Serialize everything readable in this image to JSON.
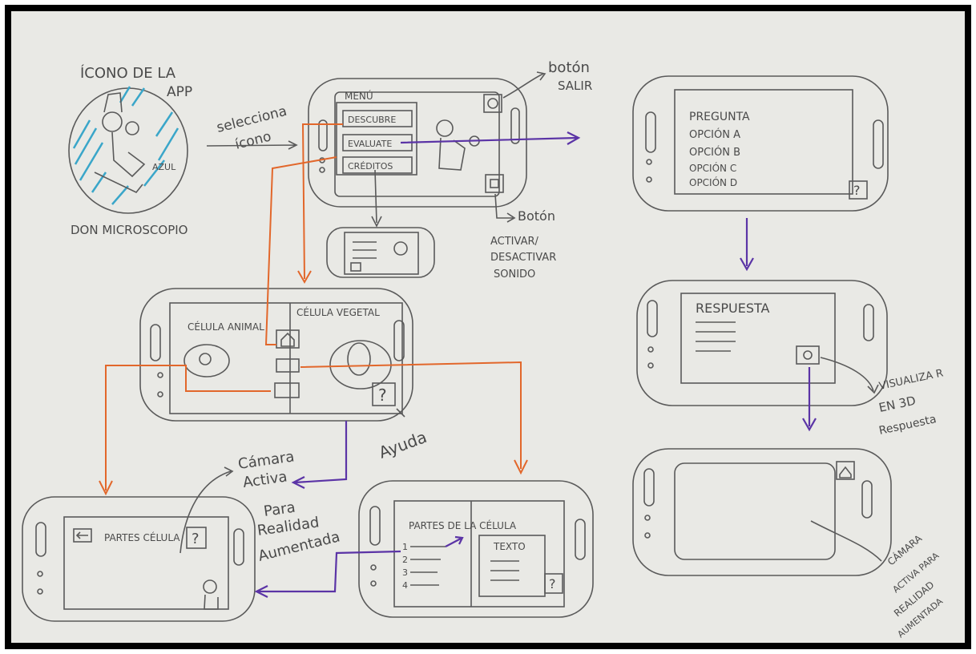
{
  "colors": {
    "paper": "#e9e9e5",
    "pencil": "#5a5a5a",
    "orange_arrow": "#e2672b",
    "purple_arrow": "#5b34a6",
    "hatch": "#3aa6c9"
  },
  "app_icon": {
    "title_line1": "ÍCONO DE LA",
    "title_line2": "APP",
    "caption": "DON MICROSCOPIO",
    "color_note": "AZUL"
  },
  "transition_label": {
    "line1": "selecciona",
    "line2": "ícono"
  },
  "menu": {
    "title": "MENÚ",
    "items": [
      "DESCUBRE",
      "EVALUATE",
      "CRÉDITOS"
    ]
  },
  "exit_note": {
    "line1": "botón",
    "line2": "SALIR"
  },
  "sound_note": {
    "line1": "Botón",
    "line2": "ACTIVAR/",
    "line3": "DESACTIVAR",
    "line4": "SONIDO"
  },
  "discover": {
    "left_label": "CÉLULA ANIMAL",
    "right_label": "CÉLULA VEGETAL",
    "help_glyph": "?",
    "help_note": "Ayuda"
  },
  "camera_note": {
    "line1": "Cámara",
    "line2": "Activa",
    "line3": "Para",
    "line4": "Realidad",
    "line5": "Aumentada"
  },
  "ar_screen": {
    "title": "PARTES CÉLULA",
    "help_glyph": "?"
  },
  "parts_screen": {
    "title": "PARTES DE LA CÉLULA",
    "numbers": [
      "1",
      "2",
      "3",
      "4"
    ],
    "text_box": "TEXTO",
    "help_glyph": "?"
  },
  "quiz": {
    "lines": [
      "PREGUNTA",
      "OPCIÓN A",
      "OPCIÓN B",
      "OPCIÓN C",
      "OPCIÓN D"
    ],
    "help_glyph": "?"
  },
  "answer": {
    "title": "RESPUESTA"
  },
  "view3d_note": {
    "line1": "VISUALIZA R",
    "line2": "EN 3D",
    "line3": "Respuesta"
  },
  "camera3d_note": {
    "line1": "CÁMARA",
    "line2": "ACTIVA PARA",
    "line3": "REALIDAD",
    "line4": "AUMENTADA"
  }
}
